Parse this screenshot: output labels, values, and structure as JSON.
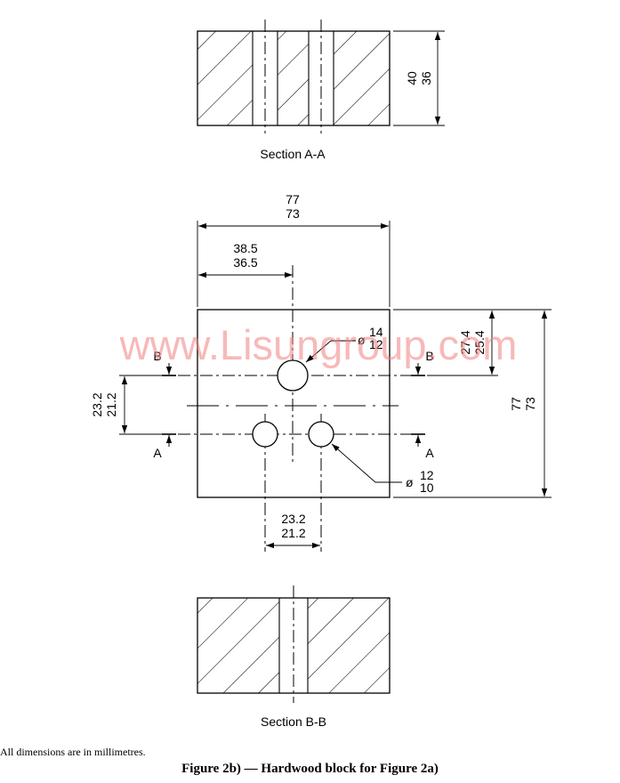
{
  "section_aa": {
    "caption": "Section A-A",
    "height_max": "40",
    "height_min": "36"
  },
  "plan": {
    "width_max": "77",
    "width_min": "73",
    "center_max": "38.5",
    "center_min": "36.5",
    "top_hole_offset_max": "27.4",
    "top_hole_offset_min": "25.4",
    "height_max": "77",
    "height_min": "73",
    "row_spacing_max": "23.2",
    "row_spacing_min": "21.2",
    "hole_spacing_max": "23.2",
    "hole_spacing_min": "21.2",
    "large_hole_symbol": "ø",
    "large_hole_max": "14",
    "large_hole_min": "12",
    "small_hole_symbol": "ø",
    "small_hole_max": "12",
    "small_hole_min": "10",
    "label_b": "B",
    "label_a": "A"
  },
  "section_bb": {
    "caption": "Section B-B"
  },
  "watermark": "www.Lisungroup.com",
  "note": "All dimensions are in millimetres.",
  "figure_title": "Figure 2b) — Hardwood block for Figure 2a)"
}
